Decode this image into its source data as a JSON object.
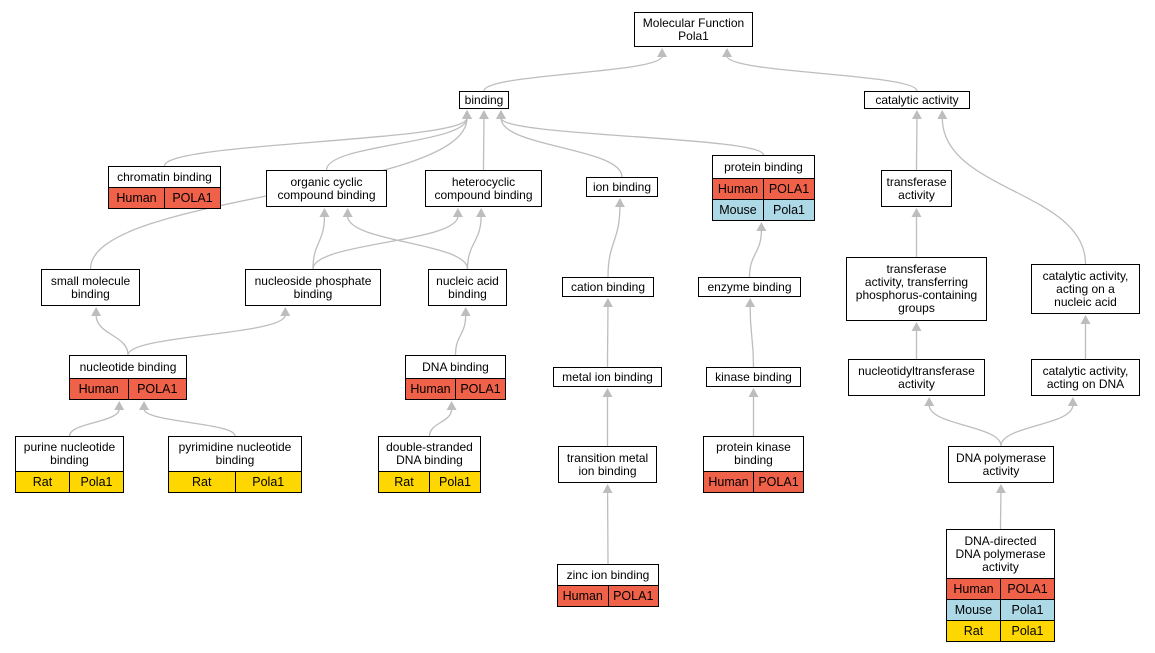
{
  "nodes": {
    "molecular_function": {
      "title": "Molecular Function\nPola1",
      "rows": []
    },
    "binding": {
      "title": "binding",
      "rows": []
    },
    "catalytic_activity": {
      "title": "catalytic activity",
      "rows": []
    },
    "chromatin_binding": {
      "title": "chromatin binding",
      "rows": [
        {
          "species": "Human",
          "gene": "POLA1"
        }
      ]
    },
    "organic_cyclic": {
      "title": "organic cyclic\ncompound binding",
      "rows": []
    },
    "heterocyclic": {
      "title": "heterocyclic\ncompound binding",
      "rows": []
    },
    "ion_binding": {
      "title": "ion binding",
      "rows": []
    },
    "protein_binding": {
      "title": "protein binding",
      "rows": [
        {
          "species": "Human",
          "gene": "POLA1"
        },
        {
          "species": "Mouse",
          "gene": "Pola1"
        }
      ]
    },
    "transferase": {
      "title": "transferase\nactivity",
      "rows": []
    },
    "small_molecule": {
      "title": "small molecule\nbinding",
      "rows": []
    },
    "nucleoside_phosphate": {
      "title": "nucleoside phosphate\nbinding",
      "rows": []
    },
    "nucleic_acid": {
      "title": "nucleic acid\nbinding",
      "rows": []
    },
    "cation_binding": {
      "title": "cation binding",
      "rows": []
    },
    "enzyme_binding": {
      "title": "enzyme binding",
      "rows": []
    },
    "transferase_phosphorus": {
      "title": "transferase\nactivity, transferring\nphosphorus-containing\ngroups",
      "rows": []
    },
    "catalytic_nucleic": {
      "title": "catalytic activity,\nacting on a\nnucleic acid",
      "rows": []
    },
    "nucleotide_binding": {
      "title": "nucleotide binding",
      "rows": [
        {
          "species": "Human",
          "gene": "POLA1"
        }
      ]
    },
    "dna_binding": {
      "title": "DNA binding",
      "rows": [
        {
          "species": "Human",
          "gene": "POLA1"
        }
      ]
    },
    "metal_ion": {
      "title": "metal ion binding",
      "rows": []
    },
    "kinase_binding": {
      "title": "kinase binding",
      "rows": []
    },
    "nucleotidyltransferase": {
      "title": "nucleotidyltransferase\nactivity",
      "rows": []
    },
    "catalytic_dna": {
      "title": "catalytic activity,\nacting on DNA",
      "rows": []
    },
    "purine": {
      "title": "purine nucleotide\nbinding",
      "rows": [
        {
          "species": "Rat",
          "gene": "Pola1"
        }
      ]
    },
    "pyrimidine": {
      "title": "pyrimidine nucleotide\nbinding",
      "rows": [
        {
          "species": "Rat",
          "gene": "Pola1"
        }
      ]
    },
    "dsdna": {
      "title": "double-stranded\nDNA binding",
      "rows": [
        {
          "species": "Rat",
          "gene": "Pola1"
        }
      ]
    },
    "transition_metal": {
      "title": "transition metal\nion binding",
      "rows": []
    },
    "protein_kinase": {
      "title": "protein kinase\nbinding",
      "rows": [
        {
          "species": "Human",
          "gene": "POLA1"
        }
      ]
    },
    "dna_polymerase": {
      "title": "DNA polymerase\nactivity",
      "rows": []
    },
    "zinc_ion": {
      "title": "zinc ion binding",
      "rows": [
        {
          "species": "Human",
          "gene": "POLA1"
        }
      ]
    },
    "dna_directed": {
      "title": "DNA-directed\nDNA polymerase\nactivity",
      "rows": [
        {
          "species": "Human",
          "gene": "POLA1"
        },
        {
          "species": "Mouse",
          "gene": "Pola1"
        },
        {
          "species": "Rat",
          "gene": "Pola1"
        }
      ]
    }
  },
  "edges": [
    [
      "binding",
      "molecular_function"
    ],
    [
      "catalytic_activity",
      "molecular_function"
    ],
    [
      "chromatin_binding",
      "binding"
    ],
    [
      "small_molecule",
      "binding"
    ],
    [
      "organic_cyclic",
      "binding"
    ],
    [
      "heterocyclic",
      "binding"
    ],
    [
      "ion_binding",
      "binding"
    ],
    [
      "protein_binding",
      "binding"
    ],
    [
      "transferase",
      "catalytic_activity"
    ],
    [
      "catalytic_nucleic",
      "catalytic_activity"
    ],
    [
      "nucleoside_phosphate",
      "organic_cyclic"
    ],
    [
      "nucleoside_phosphate",
      "heterocyclic"
    ],
    [
      "nucleic_acid",
      "organic_cyclic"
    ],
    [
      "nucleic_acid",
      "heterocyclic"
    ],
    [
      "cation_binding",
      "ion_binding"
    ],
    [
      "enzyme_binding",
      "protein_binding"
    ],
    [
      "transferase_phosphorus",
      "transferase"
    ],
    [
      "nucleotide_binding",
      "small_molecule"
    ],
    [
      "nucleotide_binding",
      "nucleoside_phosphate"
    ],
    [
      "dna_binding",
      "nucleic_acid"
    ],
    [
      "metal_ion",
      "cation_binding"
    ],
    [
      "kinase_binding",
      "enzyme_binding"
    ],
    [
      "nucleotidyltransferase",
      "transferase_phosphorus"
    ],
    [
      "catalytic_dna",
      "catalytic_nucleic"
    ],
    [
      "purine",
      "nucleotide_binding"
    ],
    [
      "pyrimidine",
      "nucleotide_binding"
    ],
    [
      "dsdna",
      "dna_binding"
    ],
    [
      "transition_metal",
      "metal_ion"
    ],
    [
      "protein_kinase",
      "kinase_binding"
    ],
    [
      "dna_polymerase",
      "nucleotidyltransferase"
    ],
    [
      "dna_polymerase",
      "catalytic_dna"
    ],
    [
      "zinc_ion",
      "transition_metal"
    ],
    [
      "dna_directed",
      "dna_polymerase"
    ]
  ]
}
